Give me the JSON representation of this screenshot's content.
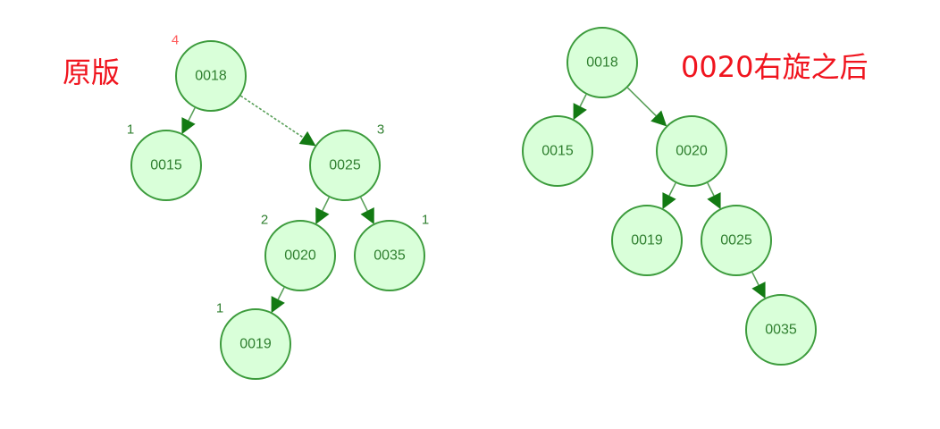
{
  "colors": {
    "title": "#f0141e",
    "node_fill": "#d9ffd9",
    "node_stroke": "#3c9b3c",
    "node_text": "#2f7f2f",
    "edge": "#5aa05a",
    "arrow": "#137a13",
    "height_highlight": "#ff5a5a"
  },
  "original": {
    "title": "原版",
    "nodes": [
      {
        "id": "a18",
        "label": "0018",
        "height": "4",
        "highlight": true
      },
      {
        "id": "a15",
        "label": "0015",
        "height": "1"
      },
      {
        "id": "a25",
        "label": "0025",
        "height": "3"
      },
      {
        "id": "a20",
        "label": "0020",
        "height": "2"
      },
      {
        "id": "a35",
        "label": "0035",
        "height": "1"
      },
      {
        "id": "a19",
        "label": "0019",
        "height": "1"
      }
    ],
    "edges": [
      {
        "from": "a18",
        "to": "a15"
      },
      {
        "from": "a18",
        "to": "a25",
        "dashed": true
      },
      {
        "from": "a25",
        "to": "a20"
      },
      {
        "from": "a25",
        "to": "a35"
      },
      {
        "from": "a20",
        "to": "a19"
      }
    ]
  },
  "rotated": {
    "title": "0020右旋之后",
    "nodes": [
      {
        "id": "b18",
        "label": "0018"
      },
      {
        "id": "b15",
        "label": "0015"
      },
      {
        "id": "b20",
        "label": "0020"
      },
      {
        "id": "b19",
        "label": "0019"
      },
      {
        "id": "b25",
        "label": "0025"
      },
      {
        "id": "b35",
        "label": "0035"
      }
    ],
    "edges": [
      {
        "from": "b18",
        "to": "b15"
      },
      {
        "from": "b18",
        "to": "b20"
      },
      {
        "from": "b20",
        "to": "b19"
      },
      {
        "from": "b20",
        "to": "b25"
      },
      {
        "from": "b25",
        "to": "b35"
      }
    ]
  }
}
